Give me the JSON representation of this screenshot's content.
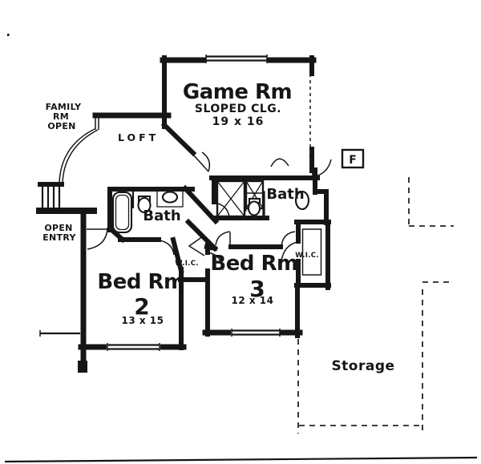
{
  "plan": {
    "colors": {
      "ink": "#161616",
      "background": "#ffffff"
    },
    "rooms": {
      "game_rm": {
        "name": "Game Rm",
        "note": "SLOPED CLG.",
        "dims": "19 x 16"
      },
      "family_rm": {
        "line1": "FAMILY",
        "line2": "RM",
        "line3": "OPEN"
      },
      "loft": {
        "name": "LOFT"
      },
      "bath_left": {
        "name": "Bath"
      },
      "bath_right": {
        "name": "Bath"
      },
      "wic_left": {
        "name": "W.I.C."
      },
      "wic_right": {
        "name": "W.I.C."
      },
      "bed_rm_2": {
        "name": "Bed Rm",
        "number": "2",
        "dims": "13 x 15"
      },
      "bed_rm_3": {
        "name": "Bed Rm",
        "number": "3",
        "dims": "12 x 14"
      },
      "open_entry": {
        "line1": "OPEN",
        "line2": "ENTRY"
      },
      "storage": {
        "name": "Storage"
      },
      "furnace": {
        "label": "F"
      }
    }
  }
}
